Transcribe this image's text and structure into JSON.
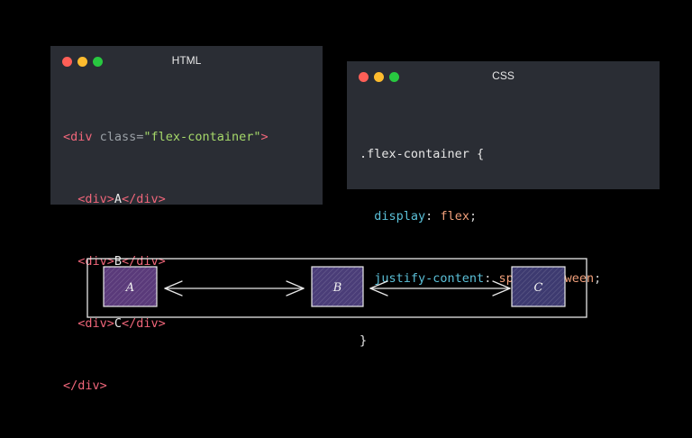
{
  "html_window": {
    "title": "HTML",
    "lines": [
      [
        "<div ",
        "class=",
        "\"flex-container\"",
        ">"
      ],
      [
        "<div>",
        "A",
        "</div>"
      ],
      [
        "<div>",
        "B",
        "</div>"
      ],
      [
        "<div>",
        "C",
        "</div>"
      ],
      [
        "</div>"
      ]
    ]
  },
  "css_window": {
    "title": "CSS",
    "selector": ".flex-container {",
    "decl1_prop": "display",
    "decl1_value": "flex",
    "decl2_prop": "justify-content",
    "decl2_value": "space-between",
    "close": "}"
  },
  "diagram": {
    "boxes": [
      {
        "label": "A",
        "color": "#5a3a7a"
      },
      {
        "label": "B",
        "color": "#4a3d78"
      },
      {
        "label": "C",
        "color": "#3d3a70"
      }
    ],
    "container_border_color": "#e8e8e8",
    "arrow_color": "#e8e8e8"
  },
  "colors": {
    "background": "#000000",
    "window": "#2a2d34",
    "tag": "#f0667a",
    "string": "#a6d96a",
    "property": "#5bc0d8",
    "value": "#f2a07b"
  }
}
